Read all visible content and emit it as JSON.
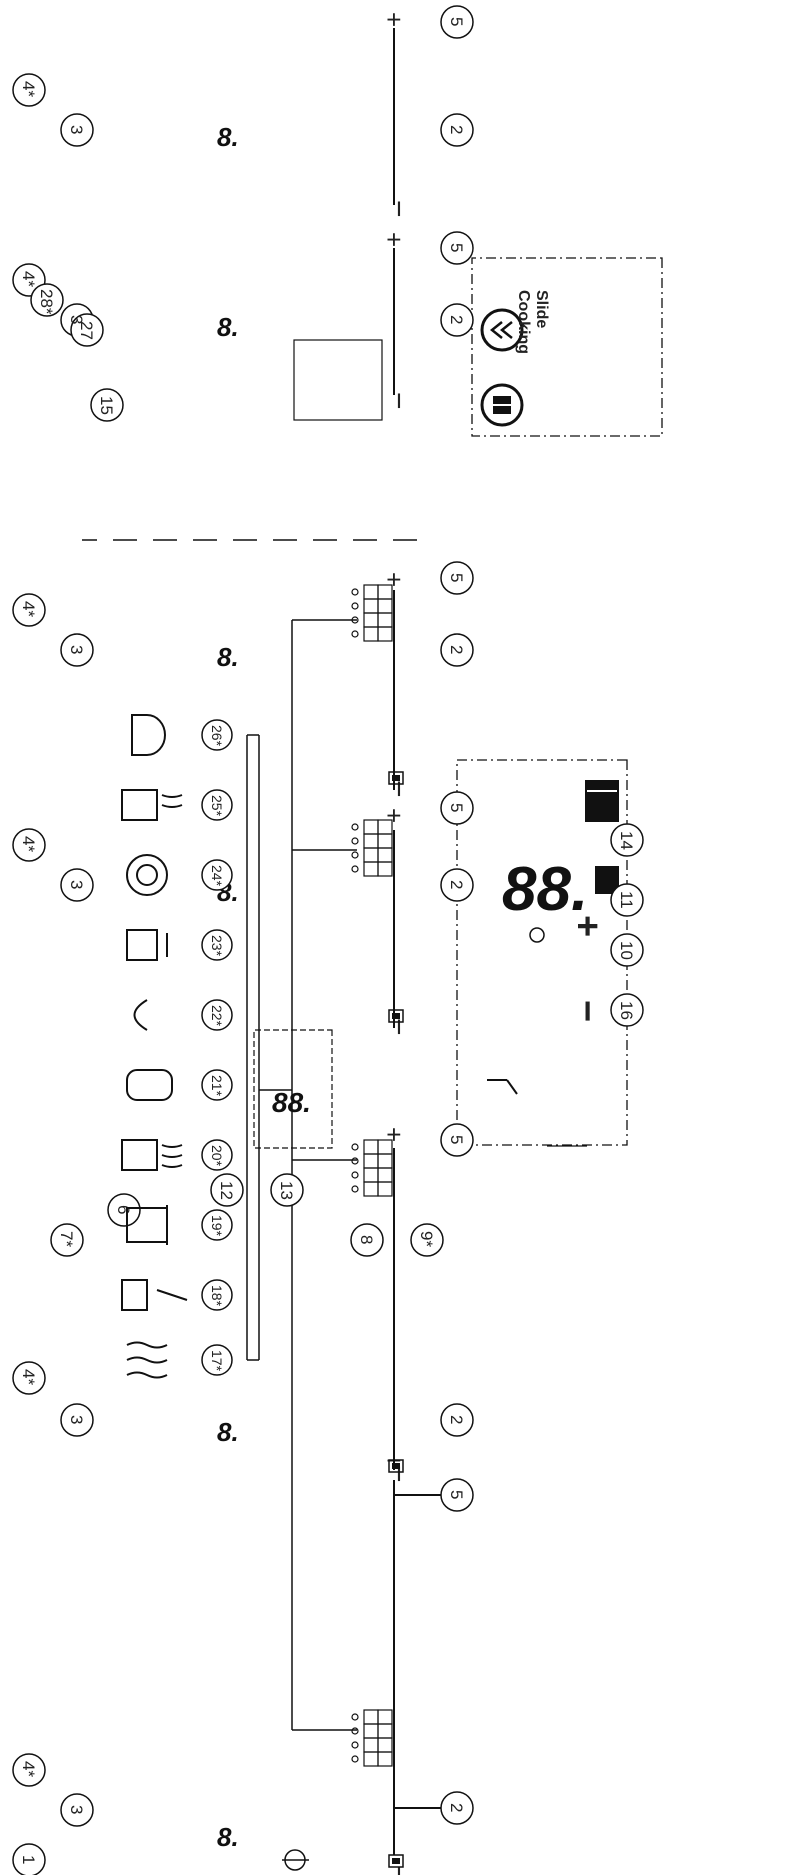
{
  "panel": {
    "callouts": {
      "c1": "1",
      "c2": "2",
      "c3": "3",
      "c4": "4*",
      "c5": "5",
      "c6": "6",
      "c7": "7*",
      "c8": "8",
      "c9": "9*",
      "c10": "10",
      "c11": "11",
      "c12": "12",
      "c13": "13",
      "c14": "14",
      "c15": "15",
      "c16": "16",
      "c17": "17*",
      "c18": "18*",
      "c19": "19*",
      "c20": "20*",
      "c21": "21*",
      "c22": "22*",
      "c23": "23*",
      "c24": "24*",
      "c25": "25*",
      "c26": "26*",
      "c27": "27",
      "c28": "28*"
    },
    "digit_single": "8.",
    "digit_double": "88.",
    "plus": "+",
    "minus": "−",
    "slide_cooking": [
      "Slide",
      "Cooking"
    ]
  },
  "icons": [
    "power-icon",
    "lock-pause-icon",
    "timer-clock-icon",
    "chef-hat-icon",
    "boost-icon",
    "keep-warm-icon",
    "bridge-zone-icon",
    "slide-cooking-chevron-icon",
    "melt-icon",
    "pan-fry-icon",
    "boil-pot-icon",
    "steam-icon",
    "grill-icon",
    "wok-icon",
    "vegetable-steam-icon",
    "pancake-icon",
    "simmer-icon",
    "rice-cooker-icon"
  ]
}
